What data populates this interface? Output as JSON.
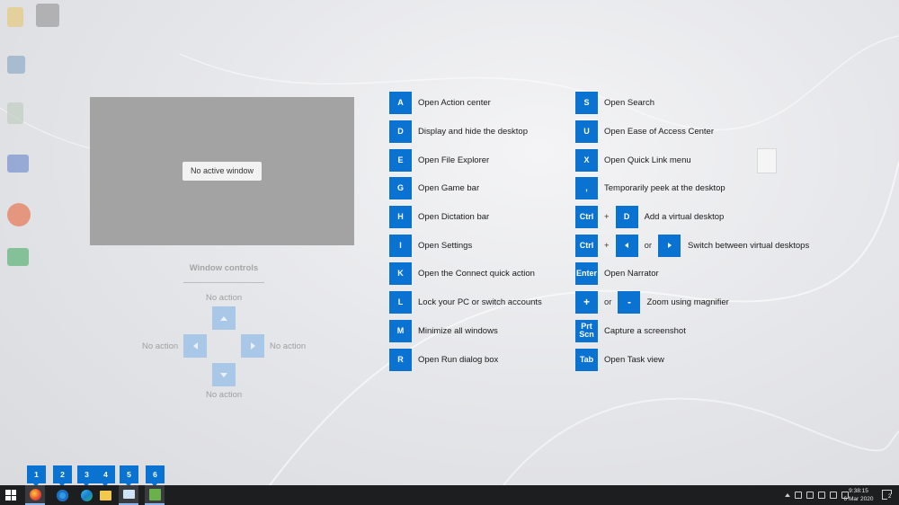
{
  "preview": {
    "no_window_label": "No active window"
  },
  "window_controls": {
    "title": "Window controls",
    "up_label": "No action",
    "left_label": "No action",
    "right_label": "No action",
    "down_label": "No action"
  },
  "shortcuts_left": [
    {
      "key": "A",
      "desc": "Open Action center"
    },
    {
      "key": "D",
      "desc": "Display and hide the desktop"
    },
    {
      "key": "E",
      "desc": "Open File Explorer"
    },
    {
      "key": "G",
      "desc": "Open Game bar"
    },
    {
      "key": "H",
      "desc": "Open Dictation bar"
    },
    {
      "key": "I",
      "desc": "Open Settings"
    },
    {
      "key": "K",
      "desc": "Open the Connect quick action"
    },
    {
      "key": "L",
      "desc": "Lock your PC or switch accounts"
    },
    {
      "key": "M",
      "desc": "Minimize all windows"
    },
    {
      "key": "R",
      "desc": "Open Run dialog box"
    }
  ],
  "shortcuts_right": {
    "s": {
      "key": "S",
      "desc": "Open Search"
    },
    "u": {
      "key": "U",
      "desc": "Open Ease of Access Center"
    },
    "x": {
      "key": "X",
      "desc": "Open Quick Link menu"
    },
    "comma": {
      "key": ",",
      "desc": "Temporarily peek at the desktop"
    },
    "ctrl_d": {
      "key1": "Ctrl",
      "plus": "+",
      "key2": "D",
      "desc": "Add a virtual desktop"
    },
    "ctrl_arrows": {
      "key1": "Ctrl",
      "plus": "+",
      "or": "or",
      "desc": "Switch between virtual desktops"
    },
    "enter": {
      "key": "Enter",
      "desc": "Open Narrator"
    },
    "zoom": {
      "key1": "+",
      "or": "or",
      "key2": "-",
      "desc": "Zoom using magnifier"
    },
    "prtscn": {
      "key_line1": "Prt",
      "key_line2": "Scn",
      "desc": "Capture a screenshot"
    },
    "tab": {
      "key": "Tab",
      "desc": "Open Task view"
    }
  },
  "taskbar_badges": [
    "1",
    "2",
    "3",
    "4",
    "5",
    "6"
  ],
  "taskbar": {
    "apps": [
      "firefox-icon",
      "internet-explorer-icon",
      "edge-icon",
      "file-explorer-icon",
      "mail-icon",
      "app-icon"
    ],
    "clock_time": "9:38:15",
    "clock_date": "6 Mar 2020",
    "notification_count": "2"
  },
  "colors": {
    "accent": "#0a72d0",
    "taskbar": "#1d1e20",
    "preview": "#a3a3a3",
    "arrow_disabled": "#a9c8e8"
  }
}
